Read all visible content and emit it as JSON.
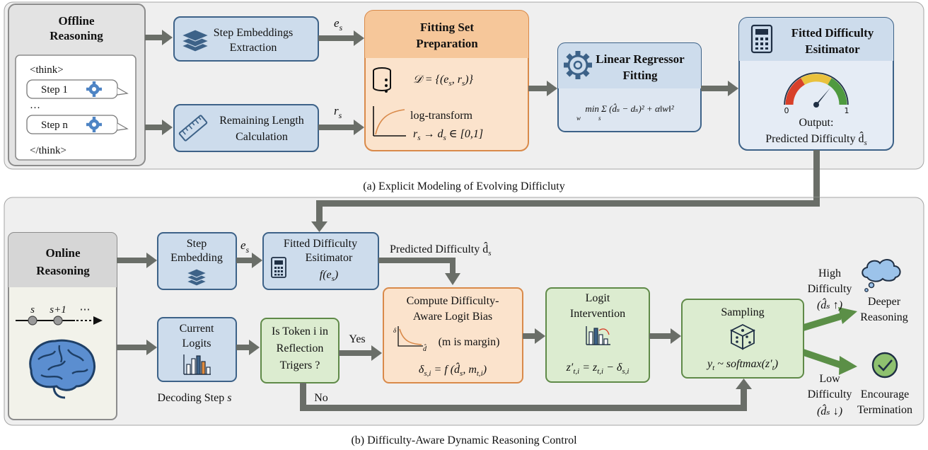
{
  "colors": {
    "panel_bg": "#efefef",
    "panel_border": "#9a9a9a",
    "blue_fill": "#cddcec",
    "blue_stroke": "#3d6288",
    "orange_fill": "#fbe3cc",
    "orange_head": "#f6c79a",
    "orange_stroke": "#d98a4a",
    "green_fill": "#dcecd0",
    "green_stroke": "#5f8a48",
    "gray_arrow": "#6a6e68",
    "green_arrow": "#5b8f47",
    "cloud": "#9cc3ea"
  },
  "top": {
    "caption": "(a) Explicit Modeling of  Evolving Difficluty",
    "offline": {
      "title_line1": "Offline",
      "title_line2": "Reasoning",
      "think_open": "<think>",
      "step1": "Step 1",
      "dots": "…",
      "stepn": "Step n",
      "think_close": "</think>"
    },
    "embed": {
      "line1": "Step Embeddings",
      "line2": "Extraction",
      "icon": "layers-icon"
    },
    "remain": {
      "line1": "Remaining Length",
      "line2": "Calculation",
      "icon": "ruler-icon"
    },
    "es_label": "e",
    "es_sub": "s",
    "rs_label": "r",
    "rs_sub": "s",
    "fitting": {
      "title_line1": "Fitting Set",
      "title_line2": "Preparation",
      "dataset": "𝒟 = {(e",
      "dataset_sub1": "s",
      "dataset_mid": ", r",
      "dataset_sub2": "s",
      "dataset_end": ")}",
      "log": "log-transform",
      "map_a": "r",
      "map_a_sub": "s",
      "map_b": "→  d",
      "map_b_sub": "s",
      "map_c": "∈ [0,1]"
    },
    "regressor": {
      "line1": "Linear Regressor",
      "line2": "Fitting",
      "icon": "gear-icon",
      "formula": "min  Σ (d̂ₛ − dₛ)² + α‖w‖²",
      "min_sub": "w",
      "sum_sub": "s"
    },
    "estimator": {
      "title_line1": "Fitted Difficulty",
      "title_line2": "Esitimator",
      "gauge_min": "0",
      "gauge_max": "1",
      "output_line1": "Output:",
      "output_line2": "Predicted Difficulty d̂",
      "output_sub": "s",
      "icon": "calculator-icon"
    }
  },
  "bottom": {
    "caption": "(b) Difficulty-Aware Dynamic Reasoning Control",
    "online": {
      "title_line1": "Online",
      "title_line2": "Reasoning",
      "s": "s",
      "s1": "s+1",
      "dots": "⋯"
    },
    "step_embed": {
      "line1": "Step",
      "line2": "Embedding"
    },
    "es_label": "e",
    "es_sub": "s",
    "fitted": {
      "line1": "Fitted Difficulty",
      "line2": "Esitimator",
      "line3": "f(e",
      "line3_sub": "s",
      "line3_end": ")"
    },
    "pred_label": "Predicted Difficulty d̂",
    "pred_sub": "s",
    "logits": {
      "line1": "Current",
      "line2": "Logits"
    },
    "decoding": "Decoding Step ",
    "decoding_s": "s",
    "token": {
      "line1": "Is Token i in",
      "line2": "Reflection",
      "line3": "Trigers ?"
    },
    "yes": "Yes",
    "no": "No",
    "bias": {
      "line1": "Compute Difficulty-",
      "line2": "Aware Logit Bias",
      "margin": "(m is margin)",
      "formula": "δ",
      "formula_sub": "s,i",
      "formula_end": " = f (d̂",
      "formula_sub2": "s",
      "formula_tail": ", m",
      "formula_sub3": "t,i",
      "formula_close": ")"
    },
    "intervention": {
      "line1": "Logit",
      "line2": "Intervention",
      "formula": "z′",
      "sub1": "t,i",
      "mid": " = z",
      "sub2": "t,i",
      "end": " − δ",
      "sub3": "s,i"
    },
    "sampling": {
      "title": "Sampling",
      "formula": "y",
      "sub": "t",
      "rest": " ~ softmax(z′",
      "rest_sub": "t",
      "close": ")"
    },
    "high": {
      "line1": "High",
      "line2": "Difficulty",
      "line3": "(d̂ₛ ↑)"
    },
    "low": {
      "line1": "Low",
      "line2": "Difficulty",
      "line3": "(d̂ₛ ↓)"
    },
    "deeper": {
      "line1": "Deeper",
      "line2": "Reasoning"
    },
    "terminate": {
      "line1": "Encourage",
      "line2": "Termination"
    }
  }
}
